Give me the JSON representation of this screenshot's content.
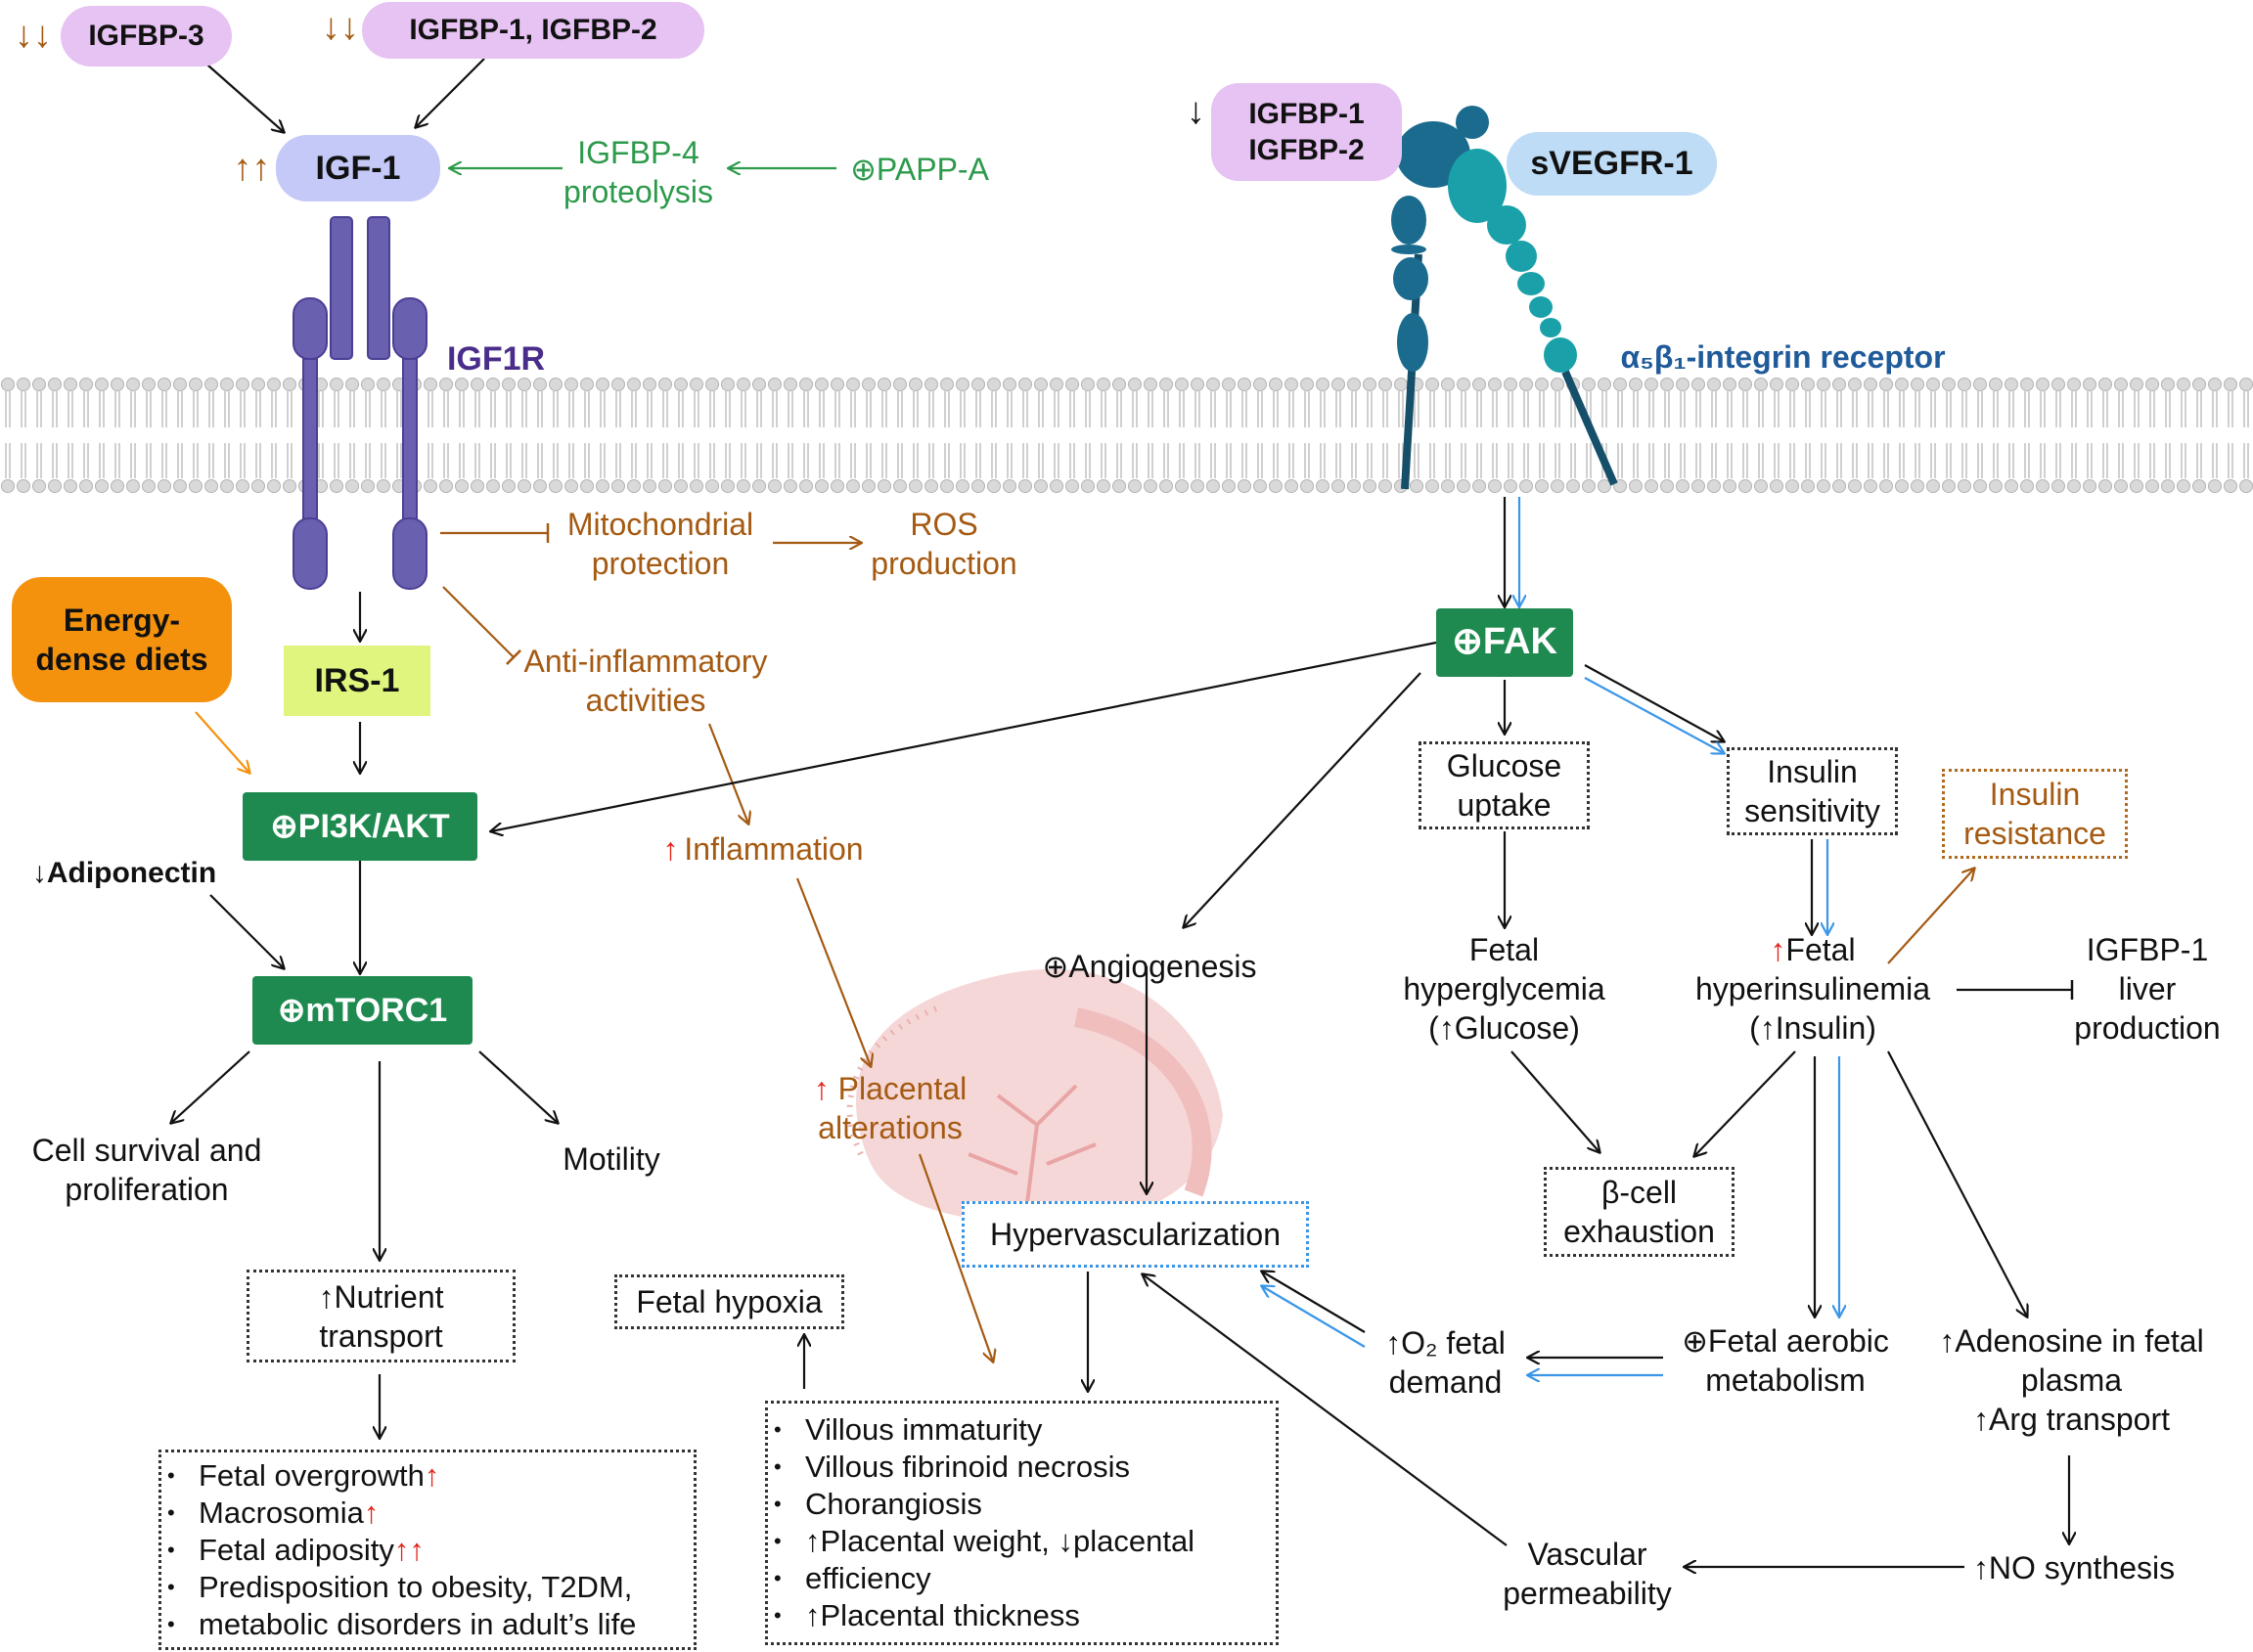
{
  "top": {
    "igfbp3": {
      "arrows": "↓↓",
      "label": "IGFBP-3"
    },
    "igfbp12": {
      "arrows": "↓↓",
      "label": "IGFBP-1, IGFBP-2"
    },
    "igf1": {
      "arrows": "↑↑",
      "label": "IGF-1"
    },
    "igfbp4": {
      "line1": "IGFBP-4",
      "line2": "proteolysis"
    },
    "pappa": "⊕PAPP-A",
    "igf1r": "IGF1R"
  },
  "right_top": {
    "igfbp12": {
      "arrow": "↓",
      "line1": "IGFBP-1",
      "line2": "IGFBP-2"
    },
    "svegfr1": "sVEGFR-1",
    "integrin": "α₅β₁-integrin receptor"
  },
  "left": {
    "mito": {
      "line1": "Mitochondrial",
      "line2": "protection"
    },
    "ros": {
      "line1": "ROS",
      "line2": "production"
    },
    "antiinfl": {
      "line1": "Anti-inflammatory",
      "line2": "activities"
    },
    "energy": {
      "line1": "Energy-",
      "line2": "dense diets"
    },
    "irs1": "IRS-1",
    "pi3k": "⊕PI3K/AKT",
    "adiponectin": "↓Adiponectin",
    "mtorc1": "⊕mTORC1",
    "cell_survival": {
      "line1": "Cell survival and",
      "line2": "proliferation"
    },
    "motility": "Motility",
    "nutrient": {
      "line1": "↑Nutrient",
      "line2": "transport"
    },
    "outcomes": [
      {
        "text": "Fetal overgrowth",
        "marks": "↑"
      },
      {
        "text": "Macrosomia",
        "marks": "↑"
      },
      {
        "text": "Fetal adiposity",
        "marks": "↑↑"
      },
      {
        "text": "Predisposition to obesity, T2DM,",
        "marks": ""
      },
      {
        "text": "metabolic disorders in adult’s life",
        "marks": ""
      }
    ]
  },
  "middle": {
    "inflammation": {
      "mark": "↑",
      "text": "Inflammation"
    },
    "placental": {
      "mark": "↑",
      "line1": "Placental",
      "line2": "alterations"
    },
    "fetal_hypoxia": "Fetal hypoxia",
    "hypervascularization": "Hypervascularization",
    "angiogenesis": "⊕Angiogenesis",
    "placenta_findings": [
      "Villous immaturity",
      "Villous fibrinoid necrosis",
      "Chorangiosis",
      "↑Placental weight, ↓placental",
      "efficiency",
      "↑Placental thickness"
    ]
  },
  "right": {
    "fak": "⊕FAK",
    "glucose": {
      "line1": "Glucose",
      "line2": "uptake"
    },
    "insulin_sens": {
      "line1": "Insulin",
      "line2": "sensitivity"
    },
    "insulin_res": {
      "line1": "Insulin",
      "line2": "resistance"
    },
    "hyperglycemia": {
      "line1": "Fetal",
      "line2": "hyperglycemia",
      "line3": "(↑Glucose)"
    },
    "hyperinsulinemia": {
      "mark": "↑",
      "line1": "Fetal",
      "line2": "hyperinsulinemia",
      "line3": "(↑Insulin)"
    },
    "igfbp1_liver": {
      "line1": "IGFBP-1",
      "line2": "liver",
      "line3": "production"
    },
    "bcell": {
      "line1": "β-cell",
      "line2": "exhaustion"
    },
    "o2": {
      "line1": "↑O₂ fetal",
      "line2": "demand"
    },
    "aerobic": {
      "line1": "⊕Fetal aerobic",
      "line2": "metabolism"
    },
    "adenosine": {
      "line1": "↑Adenosine in fetal",
      "line2": "plasma",
      "line3": "↑Arg transport"
    },
    "no_synth": "↑NO synthesis",
    "vascular": {
      "line1": "Vascular",
      "line2": "permeability"
    }
  },
  "colors": {
    "black_arrow": "#111111",
    "blue_arrow": "#3a96e8",
    "brown_arrow": "#a45a12",
    "green_arrow": "#2c9a4b",
    "orange_arrow": "#f5920d",
    "receptor": "#6a60b0",
    "integrin_dark": "#1b6b8e",
    "integrin_teal": "#1aa0a8"
  }
}
